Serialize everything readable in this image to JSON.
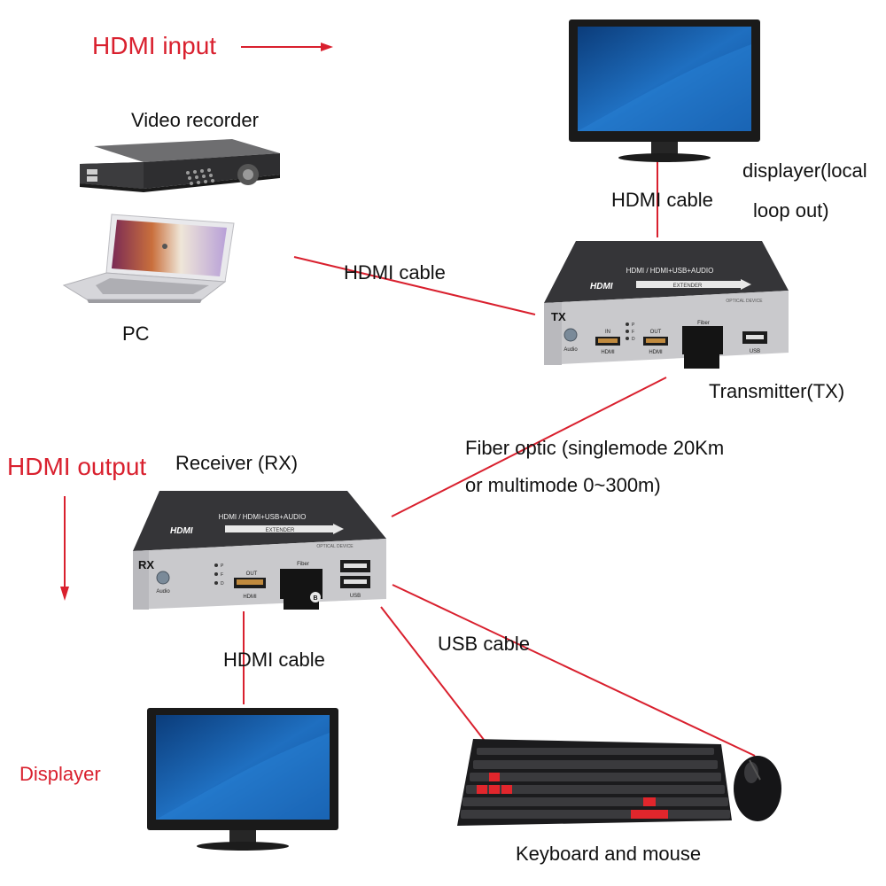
{
  "labels": {
    "hdmi_input": "HDMI input",
    "video_recorder": "Video recorder",
    "pc": "PC",
    "hdmi_cable_pc": "HDMI cable",
    "hdmi_cable_top": "HDMI cable",
    "displayer_local_1": "displayer(local",
    "displayer_local_2": "loop out)",
    "transmitter": "Transmitter(TX)",
    "fiber_1": "Fiber optic (singlemode 20Km",
    "fiber_2": "or multimode 0~300m)",
    "hdmi_output": "HDMI output",
    "receiver": "Receiver (RX)",
    "hdmi_cable_bottom": "HDMI cable",
    "usb_cable": "USB cable",
    "displayer": "Displayer",
    "keyboard_mouse": "Keyboard and mouse"
  },
  "device_text": {
    "banner": "HDMI / HDMI+USB+AUDIO",
    "hdmi_logo": "HDMI",
    "extender": "EXTENDER",
    "optical": "OPTICAL DEVICE",
    "tx": "TX",
    "rx": "RX",
    "audio": "Audio",
    "in": "IN",
    "out": "OUT",
    "hdmi_port": "HDMI",
    "fiber": "Fiber",
    "usb": "USB",
    "led_p": "P",
    "led_f": "F",
    "led_d": "D",
    "fiber_b": "B"
  },
  "colors": {
    "red": "#d9202e",
    "device": "#2b2b2d"
  }
}
